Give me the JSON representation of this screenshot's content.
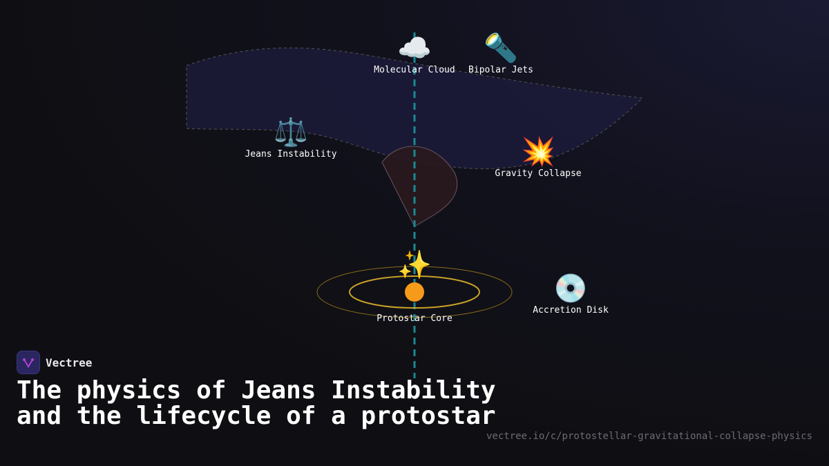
{
  "nodes": [
    {
      "label": "Molecular Cloud",
      "icon": "☁️"
    },
    {
      "label": "Bipolar Jets",
      "icon": "🔦"
    },
    {
      "label": "Jeans Instability",
      "icon": "⚖️"
    },
    {
      "label": "Gravity Collapse",
      "icon": "💥"
    },
    {
      "label": "Protostar Core",
      "icon": "✨"
    },
    {
      "label": "Accretion Disk",
      "icon": "💿"
    }
  ],
  "brand": {
    "name": "Vectree"
  },
  "title": "The physics of Jeans Instability and the lifecycle of a protostar",
  "url": "vectree.io/c/protostellar-gravitational-collapse-physics",
  "colors": {
    "axis": "#1a8a94",
    "orbit": "#c9a227",
    "cloud": "#1c1b3a"
  }
}
